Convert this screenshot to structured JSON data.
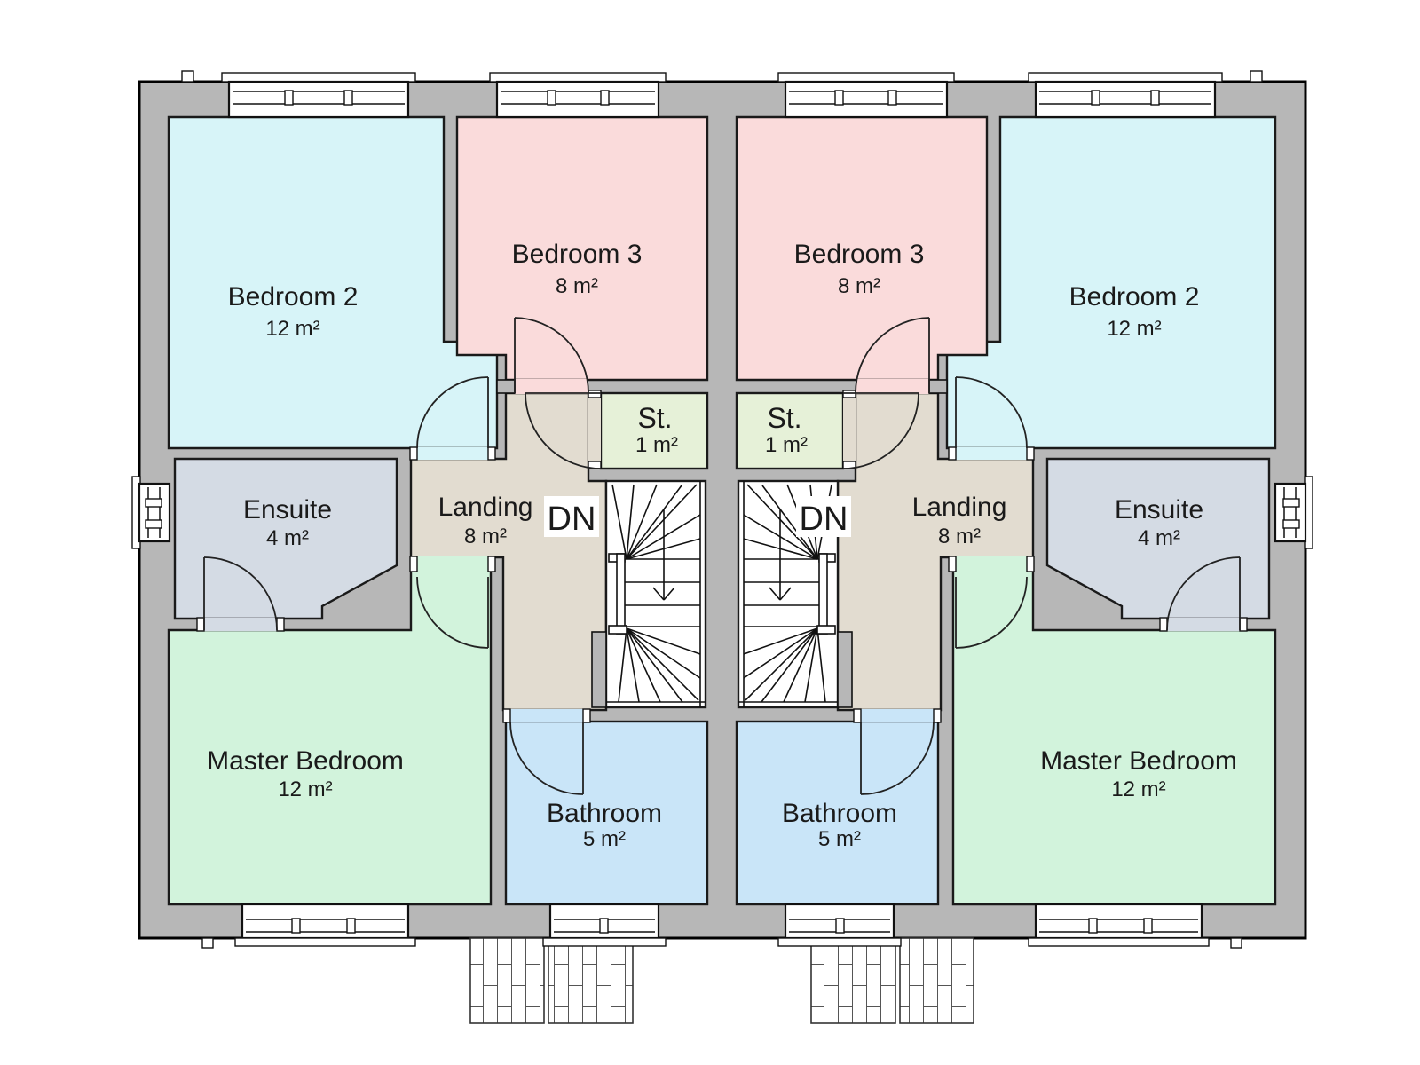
{
  "page": {
    "background": "#ffffff"
  },
  "colors": {
    "wall_fill": "#b7b7b7",
    "outline": "#1a1a1a",
    "bedroom2": "#d7f4f8",
    "bedroom3": "#fadbdb",
    "storage": "#e6f1d8",
    "landing": "#e2dcd0",
    "ensuite": "#d4dbe4",
    "master": "#d2f3dc",
    "bathroom": "#c9e5f8",
    "stair": "#ffffff"
  },
  "units": [
    {
      "side": "left",
      "rooms": {
        "bedroom2": {
          "name": "Bedroom 2",
          "area": "12 m²"
        },
        "bedroom3": {
          "name": "Bedroom 3",
          "area": "8 m²"
        },
        "storage": {
          "name": "St.",
          "area": "1 m²"
        },
        "landing": {
          "name": "Landing",
          "area": "8 m²"
        },
        "ensuite": {
          "name": "Ensuite",
          "area": "4 m²"
        },
        "master": {
          "name": "Master Bedroom",
          "area": "12 m²"
        },
        "bathroom": {
          "name": "Bathroom",
          "area": "5 m²"
        }
      },
      "stair": {
        "direction_label": "DN"
      }
    },
    {
      "side": "right",
      "rooms": {
        "bedroom2": {
          "name": "Bedroom 2",
          "area": "12 m²"
        },
        "bedroom3": {
          "name": "Bedroom 3",
          "area": "8 m²"
        },
        "storage": {
          "name": "St.",
          "area": "1 m²"
        },
        "landing": {
          "name": "Landing",
          "area": "8 m²"
        },
        "ensuite": {
          "name": "Ensuite",
          "area": "4 m²"
        },
        "master": {
          "name": "Master Bedroom",
          "area": "12 m²"
        },
        "bathroom": {
          "name": "Bathroom",
          "area": "5 m²"
        }
      },
      "stair": {
        "direction_label": "DN"
      }
    }
  ]
}
